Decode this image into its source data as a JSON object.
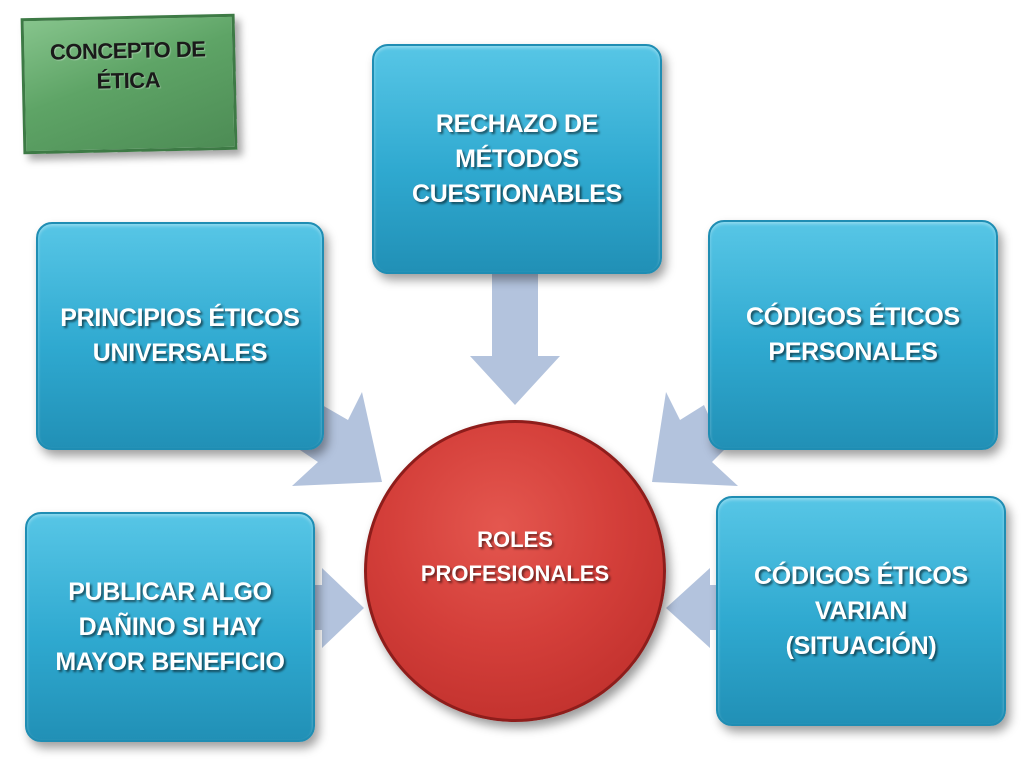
{
  "title": {
    "line1": "CONCEPTO DE",
    "line2": "ÉTICA"
  },
  "center": {
    "line1": "ROLES",
    "line2": "PROFESIONALES"
  },
  "boxes": {
    "top": {
      "lines": [
        "RECHAZO DE",
        "MÉTODOS",
        "CUESTIONABLES"
      ]
    },
    "left_upper": {
      "lines": [
        "PRINCIPIOS ÉTICOS",
        "UNIVERSALES"
      ]
    },
    "right_upper": {
      "lines": [
        "CÓDIGOS ÉTICOS",
        "PERSONALES"
      ]
    },
    "left_lower": {
      "lines": [
        "PUBLICAR ALGO",
        "DAÑINO SI HAY",
        "MAYOR BENEFICIO"
      ]
    },
    "right_lower": {
      "lines": [
        "CÓDIGOS ÉTICOS",
        "VARIAN",
        "(SITUACIÓN)"
      ]
    }
  },
  "colors": {
    "box_fill": "#2fa9d0",
    "circle_fill": "#d43f3a",
    "title_fill": "#5ea466",
    "arrow_fill": "#b3c3dd"
  }
}
